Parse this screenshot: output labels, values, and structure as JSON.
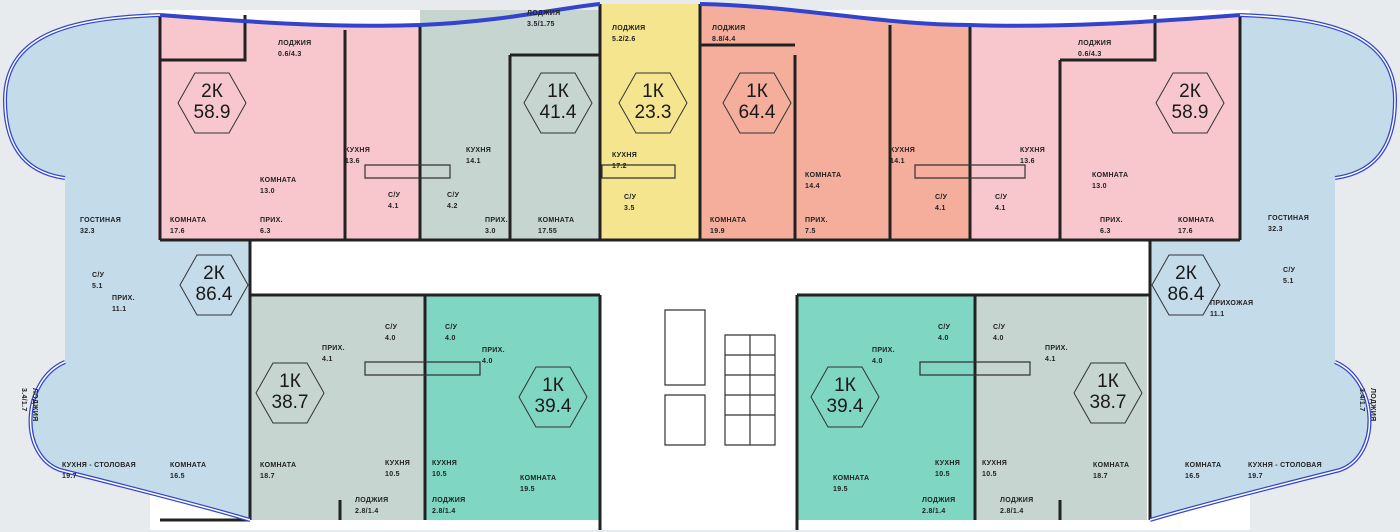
{
  "title": "Floor plan",
  "colors": {
    "pink": "#f8c7ce",
    "salmon": "#f5ae9c",
    "yellow": "#f6e58f",
    "gray": "#c6d5d0",
    "teal": "#7ed6c3",
    "blue": "#c4dcea"
  },
  "apartments": [
    {
      "type": "2К",
      "area": "58.9",
      "color": "pink",
      "rooms": [
        {
          "name": "ЛОДЖИЯ",
          "area": "0.6/4.3"
        },
        {
          "name": "КУХНЯ",
          "area": "13.6"
        },
        {
          "name": "КОМНАТА",
          "area": "13.0"
        },
        {
          "name": "КОМНАТА",
          "area": "17.6"
        },
        {
          "name": "ПРИХ.",
          "area": "6.3"
        },
        {
          "name": "С/У",
          "area": "4.1"
        }
      ]
    },
    {
      "type": "1К",
      "area": "41.4",
      "color": "gray",
      "rooms": [
        {
          "name": "ЛОДЖИЯ",
          "area": "3.5/1.75"
        },
        {
          "name": "КУХНЯ",
          "area": "14.1"
        },
        {
          "name": "С/У",
          "area": "4.2"
        },
        {
          "name": "ПРИХ.",
          "area": "3.0"
        },
        {
          "name": "КОМНАТА",
          "area": "17.55"
        }
      ]
    },
    {
      "type": "1К",
      "area": "23.3",
      "color": "yellow",
      "rooms": [
        {
          "name": "ЛОДЖИЯ",
          "area": "5.2/2.6"
        },
        {
          "name": "КУХНЯ",
          "area": "17.2"
        },
        {
          "name": "С/У",
          "area": "3.5"
        }
      ]
    },
    {
      "type": "1К",
      "area": "64.4",
      "color": "salmon",
      "rooms": [
        {
          "name": "ЛОДЖИЯ",
          "area": "8.8/4.4"
        },
        {
          "name": "КОМНАТА",
          "area": "14.4"
        },
        {
          "name": "КОМНАТА",
          "area": "19.9"
        },
        {
          "name": "ПРИХ.",
          "area": "7.5"
        },
        {
          "name": "КУХНЯ",
          "area": "14.1"
        },
        {
          "name": "С/У",
          "area": "4.1"
        }
      ]
    },
    {
      "type": "2К",
      "area": "58.9",
      "color": "pink",
      "rooms": [
        {
          "name": "ЛОДЖИЯ",
          "area": "0.6/4.3"
        },
        {
          "name": "КУХНЯ",
          "area": "13.6"
        },
        {
          "name": "КОМНАТА",
          "area": "13.0"
        },
        {
          "name": "КОМНАТА",
          "area": "17.6"
        },
        {
          "name": "ПРИХ.",
          "area": "6.3"
        },
        {
          "name": "С/У",
          "area": "4.1"
        }
      ]
    },
    {
      "type": "2К",
      "area": "86.4",
      "color": "blue",
      "rooms": [
        {
          "name": "ГОСТИНАЯ",
          "area": "32.3"
        },
        {
          "name": "С/У",
          "area": "5.1"
        },
        {
          "name": "ПРИХ.",
          "area": "11.1"
        },
        {
          "name": "ЛОДЖИЯ",
          "area": "3.4/1.7"
        },
        {
          "name": "КУХНЯ - СТОЛОВАЯ",
          "area": "19.7"
        },
        {
          "name": "КОМНАТА",
          "area": "16.5"
        }
      ]
    },
    {
      "type": "2К",
      "area": "86.4",
      "color": "blue",
      "rooms": [
        {
          "name": "ГОСТИНАЯ",
          "area": "32.3"
        },
        {
          "name": "С/У",
          "area": "5.1"
        },
        {
          "name": "ПРИХОЖАЯ",
          "area": "11.1"
        },
        {
          "name": "ЛОДЖИЯ",
          "area": "3.4/1.7"
        },
        {
          "name": "КУХНЯ - СТОЛОВАЯ",
          "area": "19.7"
        },
        {
          "name": "КОМНАТА",
          "area": "16.5"
        }
      ]
    },
    {
      "type": "1К",
      "area": "38.7",
      "color": "gray",
      "rooms": [
        {
          "name": "ПРИХ.",
          "area": "4.1"
        },
        {
          "name": "С/У",
          "area": "4.0"
        },
        {
          "name": "КОМНАТА",
          "area": "18.7"
        },
        {
          "name": "КУХНЯ",
          "area": "10.5"
        },
        {
          "name": "ЛОДЖИЯ",
          "area": "2.8/1.4"
        }
      ]
    },
    {
      "type": "1К",
      "area": "39.4",
      "color": "teal",
      "rooms": [
        {
          "name": "С/У",
          "area": "4.0"
        },
        {
          "name": "ПРИХ.",
          "area": "4.0"
        },
        {
          "name": "КУХНЯ",
          "area": "10.5"
        },
        {
          "name": "КОМНАТА",
          "area": "19.5"
        },
        {
          "name": "ЛОДЖИЯ",
          "area": "2.8/1.4"
        }
      ]
    },
    {
      "type": "1К",
      "area": "39.4",
      "color": "teal",
      "rooms": [
        {
          "name": "ПРИХ.",
          "area": "4.0"
        },
        {
          "name": "С/У",
          "area": "4.0"
        },
        {
          "name": "КОМНАТА",
          "area": "19.5"
        },
        {
          "name": "КУХНЯ",
          "area": "10.5"
        },
        {
          "name": "ЛОДЖИЯ",
          "area": "2.8/1.4"
        }
      ]
    },
    {
      "type": "1К",
      "area": "38.7",
      "color": "gray",
      "rooms": [
        {
          "name": "С/У",
          "area": "4.0"
        },
        {
          "name": "ПРИХ.",
          "area": "4.1"
        },
        {
          "name": "КУХНЯ",
          "area": "10.5"
        },
        {
          "name": "КОМНАТА",
          "area": "18.7"
        },
        {
          "name": "ЛОДЖИЯ",
          "area": "2.8/1.4"
        }
      ]
    }
  ]
}
